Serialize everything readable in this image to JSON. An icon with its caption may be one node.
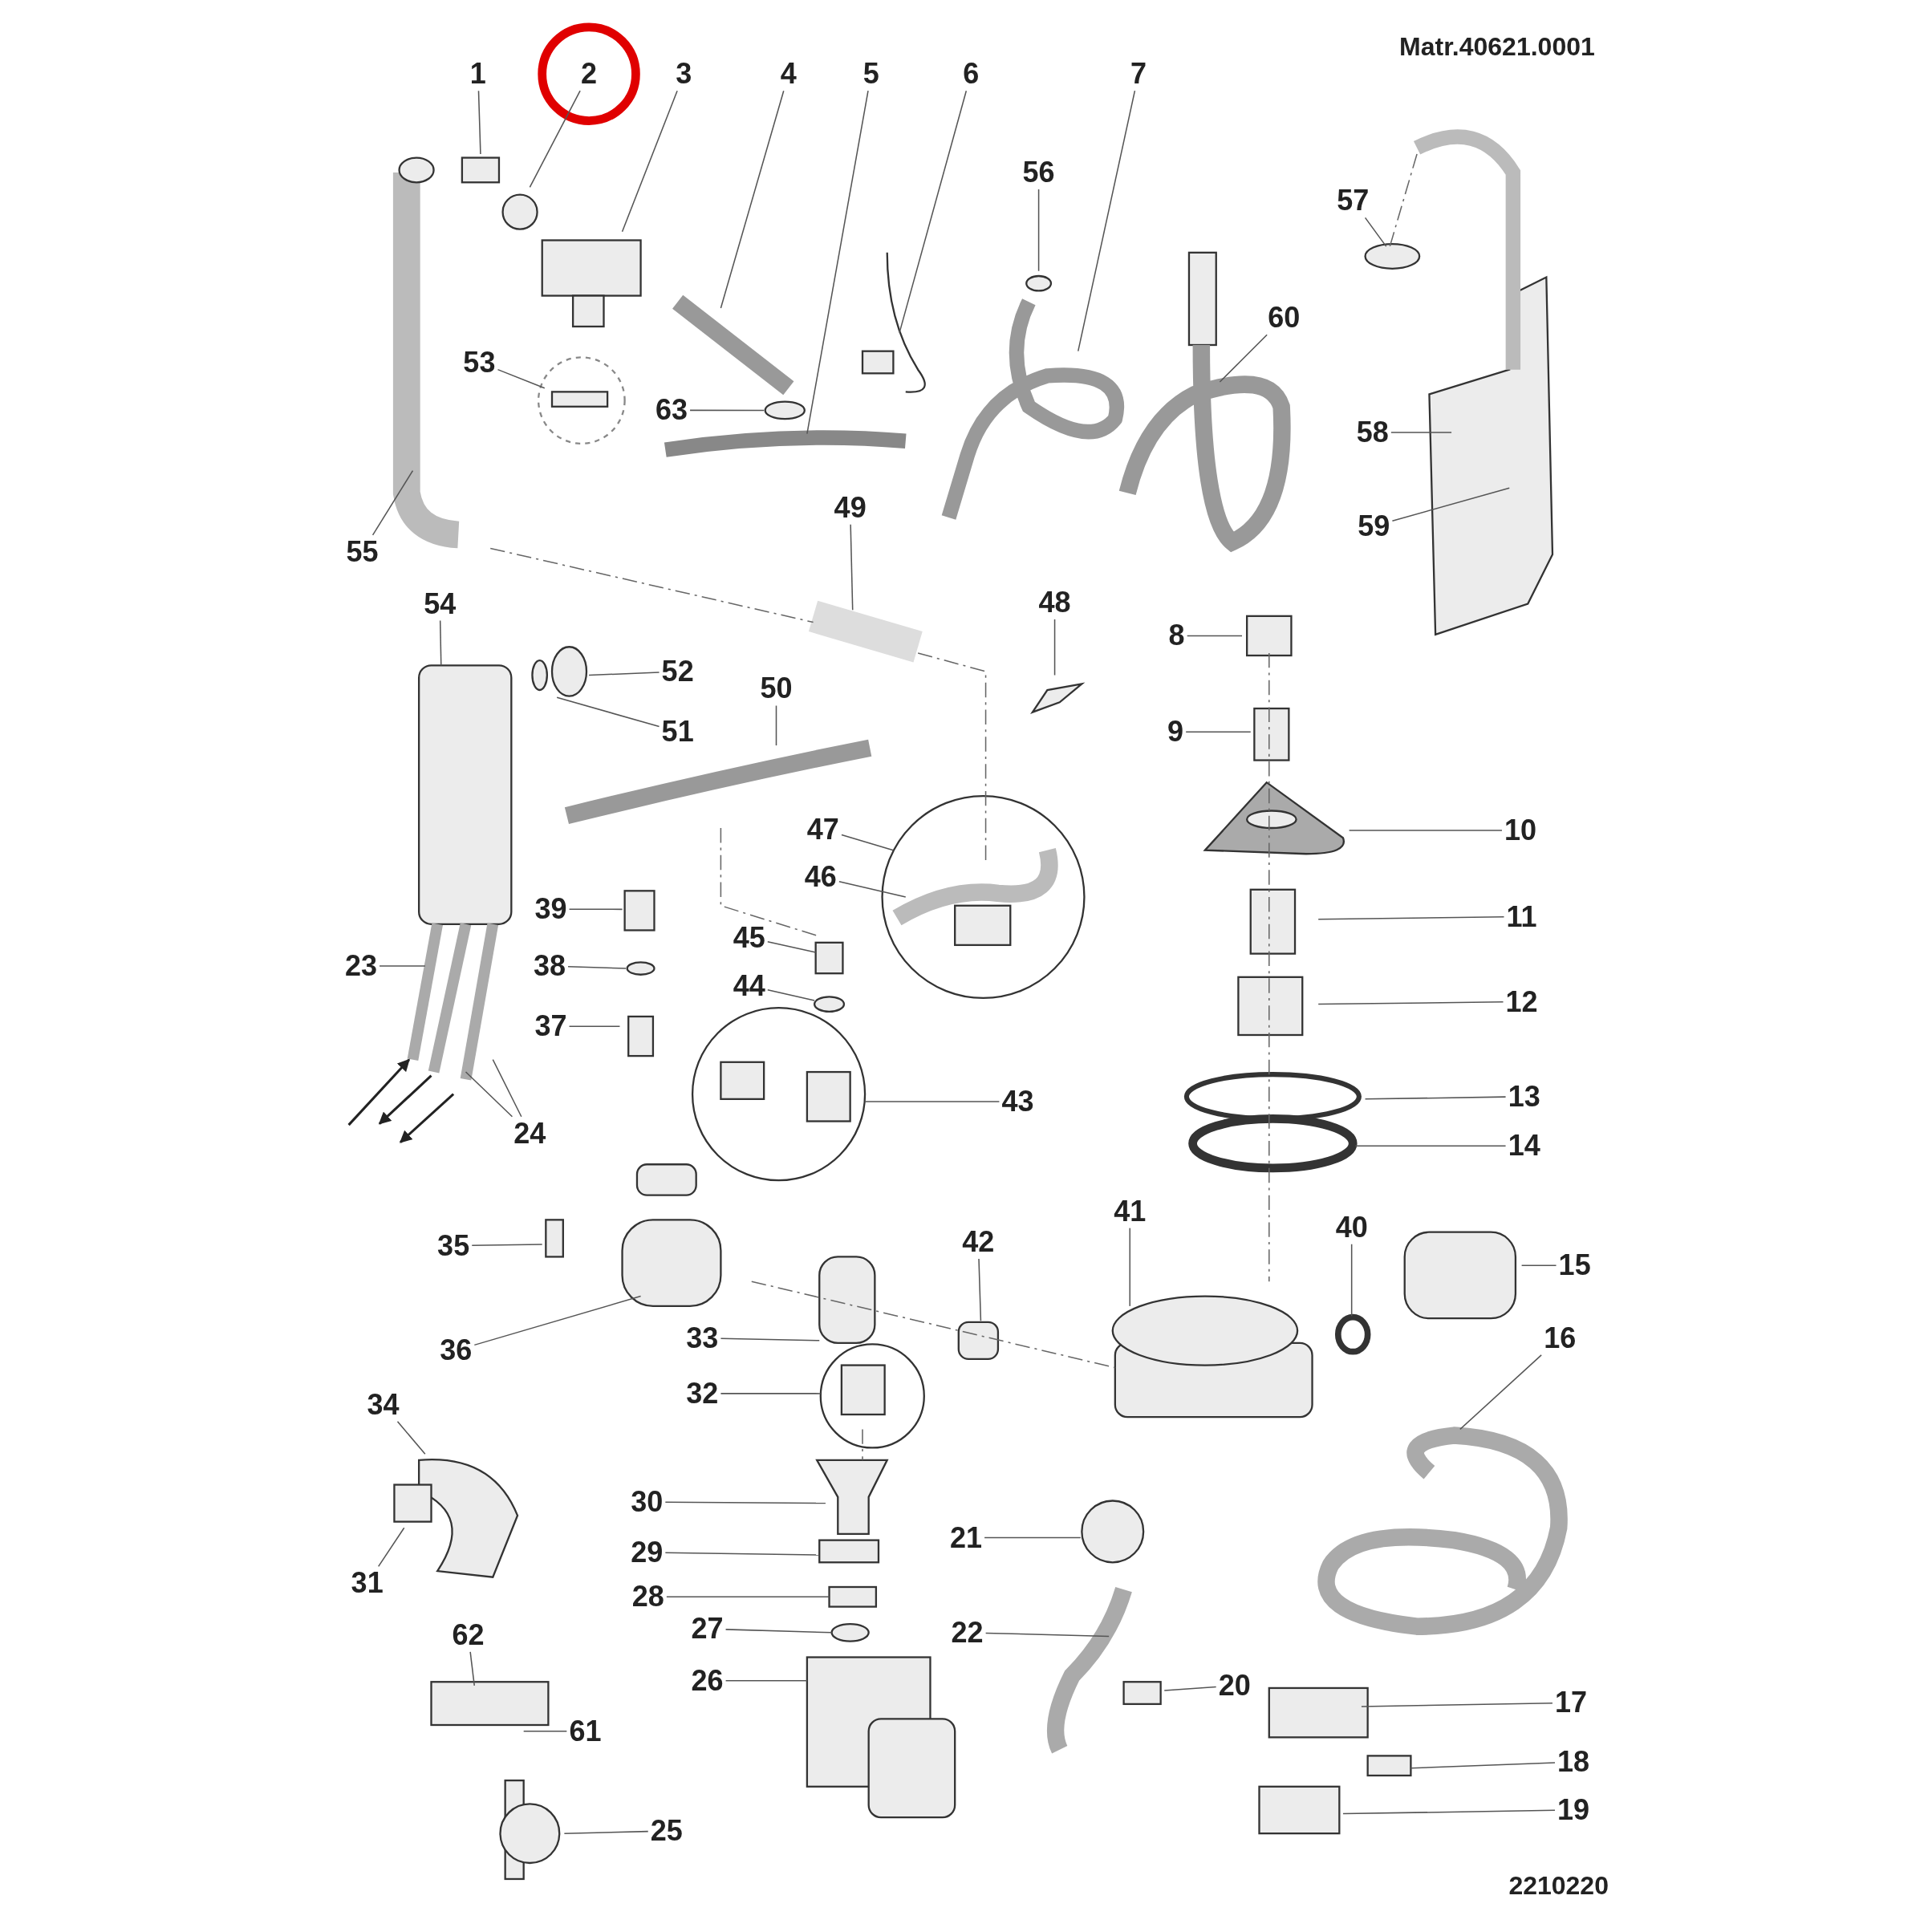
{
  "diagram": {
    "nodes": [
      {
        "text": [
          "1"
        ]
      },
      {
        "text": [
          "2"
        ]
      },
      {
        "text": [
          "3"
        ]
      },
      {
        "text": [
          "4"
        ]
      },
      {
        "text": [
          "5"
        ]
      },
      {
        "text": [
          "6"
        ]
      },
      {
        "text": [
          "7"
        ]
      },
      {
        "text": [
          "8"
        ]
      },
      {
        "text": [
          "9"
        ]
      },
      {
        "text": [
          "10"
        ]
      },
      {
        "text": [
          "11"
        ]
      },
      {
        "text": [
          "12"
        ]
      },
      {
        "text": [
          "13"
        ]
      },
      {
        "text": [
          "14"
        ]
      },
      {
        "text": [
          "15"
        ]
      },
      {
        "text": [
          "16"
        ]
      },
      {
        "text": [
          "17"
        ]
      },
      {
        "text": [
          "18"
        ]
      },
      {
        "text": [
          "19"
        ]
      },
      {
        "text": [
          "20"
        ]
      },
      {
        "text": [
          "21"
        ]
      },
      {
        "text": [
          "22"
        ]
      },
      {
        "text": [
          "23"
        ]
      },
      {
        "text": [
          "24"
        ]
      },
      {
        "text": [
          "25"
        ]
      },
      {
        "text": [
          "26"
        ]
      },
      {
        "text": [
          "27"
        ]
      },
      {
        "text": [
          "28"
        ]
      },
      {
        "text": [
          "29"
        ]
      },
      {
        "text": [
          "30"
        ]
      },
      {
        "text": [
          "31"
        ]
      },
      {
        "text": [
          "32"
        ]
      },
      {
        "text": [
          "33"
        ]
      },
      {
        "text": [
          "34"
        ]
      },
      {
        "text": [
          "35"
        ]
      },
      {
        "text": [
          "36"
        ]
      },
      {
        "text": [
          "37"
        ]
      },
      {
        "text": [
          "38"
        ]
      },
      {
        "text": [
          "39"
        ]
      },
      {
        "text": [
          "40"
        ]
      },
      {
        "text": [
          "41"
        ]
      },
      {
        "text": [
          "42"
        ]
      },
      {
        "text": [
          "43"
        ]
      },
      {
        "text": [
          "44"
        ]
      },
      {
        "text": [
          "45"
        ]
      },
      {
        "text": [
          "46"
        ]
      },
      {
        "text": [
          "47"
        ]
      },
      {
        "text": [
          "48"
        ]
      },
      {
        "text": [
          "49"
        ]
      },
      {
        "text": [
          "50"
        ]
      },
      {
        "text": [
          "51"
        ]
      },
      {
        "text": [
          "52"
        ]
      },
      {
        "text": [
          "53"
        ]
      },
      {
        "text": [
          "54"
        ]
      },
      {
        "text": [
          "55"
        ]
      },
      {
        "text": [
          "56"
        ]
      },
      {
        "text": [
          "57"
        ]
      },
      {
        "text": [
          "58"
        ]
      },
      {
        "text": [
          "59"
        ]
      },
      {
        "text": [
          "60"
        ]
      },
      {
        "text": [
          "61"
        ]
      },
      {
        "text": [
          "62"
        ]
      },
      {
        "text": [
          "63"
        ]
      }
    ],
    "edges": [
      {
        "from": 0,
        "to": null,
        "arrow": "none"
      },
      {
        "from": 1,
        "to": null,
        "arrow": "none"
      },
      {
        "from": 2,
        "to": null,
        "arrow": "none"
      },
      {
        "from": 3,
        "to": null,
        "arrow": "none"
      },
      {
        "from": 4,
        "to": null,
        "arrow": "none"
      },
      {
        "from": 5,
        "to": null,
        "arrow": "none"
      },
      {
        "from": 6,
        "to": null,
        "arrow": "none"
      },
      {
        "from": 7,
        "to": null,
        "arrow": "none"
      },
      {
        "from": 8,
        "to": null,
        "arrow": "none"
      },
      {
        "from": 9,
        "to": null,
        "arrow": "none"
      },
      {
        "from": 10,
        "to": null,
        "arrow": "none"
      },
      {
        "from": 11,
        "to": null,
        "arrow": "none"
      },
      {
        "from": 12,
        "to": null,
        "arrow": "none"
      },
      {
        "from": 13,
        "to": null,
        "arrow": "none"
      },
      {
        "from": 14,
        "to": null,
        "arrow": "none"
      },
      {
        "from": 15,
        "to": null,
        "arrow": "none"
      },
      {
        "from": 16,
        "to": null,
        "arrow": "none"
      },
      {
        "from": 17,
        "to": null,
        "arrow": "none"
      },
      {
        "from": 18,
        "to": null,
        "arrow": "none"
      },
      {
        "from": 19,
        "to": null,
        "arrow": "none"
      },
      {
        "from": 20,
        "to": null,
        "arrow": "none"
      },
      {
        "from": 21,
        "to": null,
        "arrow": "none"
      },
      {
        "from": 22,
        "to": null,
        "arrow": "none"
      },
      {
        "from": 23,
        "to": null,
        "arrow": "none"
      },
      {
        "from": 23,
        "to": null,
        "arrow": "none"
      },
      {
        "from": 24,
        "to": null,
        "arrow": "none"
      },
      {
        "from": 25,
        "to": null,
        "arrow": "none"
      },
      {
        "from": 26,
        "to": null,
        "arrow": "none"
      },
      {
        "from": 27,
        "to": null,
        "arrow": "none"
      },
      {
        "from": 28,
        "to": null,
        "arrow": "none"
      },
      {
        "from": 29,
        "to": null,
        "arrow": "none"
      },
      {
        "from": 30,
        "to": null,
        "arrow": "none"
      },
      {
        "from": 31,
        "to": null,
        "arrow": "none"
      },
      {
        "from": 32,
        "to": null,
        "arrow": "none"
      },
      {
        "from": 33,
        "to": null,
        "arrow": "none"
      },
      {
        "from": 34,
        "to": null,
        "arrow": "none"
      },
      {
        "from": 35,
        "to": null,
        "arrow": "none"
      },
      {
        "from": 36,
        "to": null,
        "arrow": "none"
      },
      {
        "from": 37,
        "to": null,
        "arrow": "none"
      },
      {
        "from": 38,
        "to": null,
        "arrow": "none"
      },
      {
        "from": 39,
        "to": null,
        "arrow": "none"
      },
      {
        "from": 40,
        "to": null,
        "arrow": "none"
      },
      {
        "from": 41,
        "to": null,
        "arrow": "none"
      },
      {
        "from": 42,
        "to": null,
        "arrow": "none"
      },
      {
        "from": 43,
        "to": null,
        "arrow": "none"
      },
      {
        "from": 44,
        "to": null,
        "arrow": "none"
      },
      {
        "from": 45,
        "to": null,
        "arrow": "none"
      },
      {
        "from": 46,
        "to": null,
        "arrow": "none"
      },
      {
        "from": 47,
        "to": null,
        "arrow": "none"
      },
      {
        "from": 48,
        "to": null,
        "arrow": "none"
      },
      {
        "from": 49,
        "to": null,
        "arrow": "none"
      },
      {
        "from": 50,
        "to": null,
        "arrow": "none"
      },
      {
        "from": 51,
        "to": null,
        "arrow": "none"
      },
      {
        "from": 52,
        "to": null,
        "arrow": "none"
      },
      {
        "from": 53,
        "to": null,
        "arrow": "none"
      },
      {
        "from": 54,
        "to": null,
        "arrow": "none"
      },
      {
        "from": 55,
        "to": null,
        "arrow": "none"
      },
      {
        "from": 56,
        "to": null,
        "arrow": "none"
      },
      {
        "from": 57,
        "to": null,
        "arrow": "none"
      },
      {
        "from": 58,
        "to": null,
        "arrow": "none"
      },
      {
        "from": 59,
        "to": null,
        "arrow": "none"
      },
      {
        "from": 60,
        "to": null,
        "arrow": "none"
      },
      {
        "from": 61,
        "to": null,
        "arrow": "none"
      },
      {
        "from": 62,
        "to": null,
        "arrow": "none"
      }
    ],
    "labels": [
      "Matr.40621.0001",
      "2210220"
    ]
  }
}
